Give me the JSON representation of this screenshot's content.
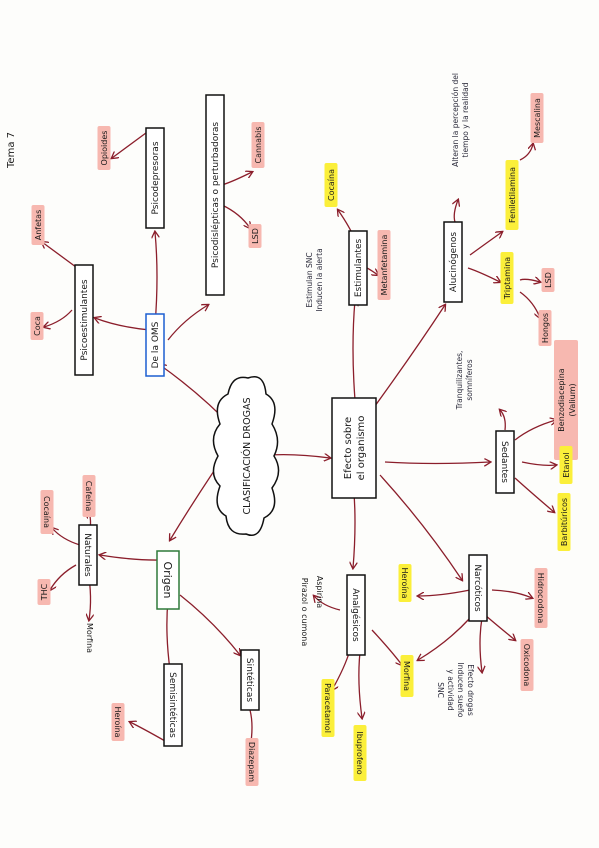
{
  "page_label": "Tema 7",
  "root": "CLASIFICACIÓN DROGAS",
  "colors": {
    "arrow": "#8b1e2b",
    "box": "#111111",
    "pink": "#f7b8b0",
    "yellow": "#fbef3a",
    "ons_blue": "#1d5fd1",
    "origen_green": "#2f7a3a"
  },
  "nodes": [
    {
      "id": "origen",
      "text": "Origen"
    },
    {
      "id": "naturales",
      "text": "Naturales"
    },
    {
      "id": "semisinteticas",
      "text": "Semisintéticas"
    },
    {
      "id": "sinteticas",
      "text": "Sintéticas"
    },
    {
      "id": "ons",
      "text": "De la OMS"
    },
    {
      "id": "psicoestimulantes",
      "text": "Psicoestimulantes"
    },
    {
      "id": "psicodepresoras",
      "text": "Psicodepresoras"
    },
    {
      "id": "psicodislepticas",
      "text": "Psicodislépticas o perturbadoras"
    },
    {
      "id": "efecto",
      "text": "Efecto sobre el organismo"
    },
    {
      "id": "estimulantes",
      "text": "Estimulantes"
    },
    {
      "id": "alucinogenos",
      "text": "Alucinógenos"
    },
    {
      "id": "sedantes",
      "text": "Sedantes"
    },
    {
      "id": "narcoticos",
      "text": "Narcóticos"
    },
    {
      "id": "analgesicos",
      "text": "Analgésicos"
    }
  ],
  "leaves": [
    {
      "id": "cocaina1",
      "text": "Cocaína"
    },
    {
      "id": "cafeina",
      "text": "Cafeína"
    },
    {
      "id": "thc",
      "text": "THC"
    },
    {
      "id": "morfina1",
      "text": "Morfina"
    },
    {
      "id": "heroina1",
      "text": "Heroína"
    },
    {
      "id": "diazepam",
      "text": "Diazepam"
    },
    {
      "id": "coca",
      "text": "Coca"
    },
    {
      "id": "anfetas",
      "text": "Anfetas"
    },
    {
      "id": "opioides",
      "text": "Opioides"
    },
    {
      "id": "cannabis",
      "text": "Cannabis"
    },
    {
      "id": "lsd1",
      "text": "LSD"
    },
    {
      "id": "cocaina2",
      "text": "Cocaína"
    },
    {
      "id": "metanfetamina",
      "text": "Metanfetamina"
    },
    {
      "id": "feniletilamina",
      "text": "Feniletilamina"
    },
    {
      "id": "mescalina",
      "text": "Mescalina"
    },
    {
      "id": "triptamina",
      "text": "Triptamina"
    },
    {
      "id": "lsd2",
      "text": "LSD"
    },
    {
      "id": "hongos",
      "text": "Hongos"
    },
    {
      "id": "benzodiacepinas",
      "text": "Benzodiacepina (Valium)"
    },
    {
      "id": "etanol",
      "text": "Etanol"
    },
    {
      "id": "barbituricos",
      "text": "Barbitúricos"
    },
    {
      "id": "heroina2",
      "text": "Heroína"
    },
    {
      "id": "hidrocodona",
      "text": "Hidrocodona"
    },
    {
      "id": "oxicodona",
      "text": "Oxicodona"
    },
    {
      "id": "morfina2",
      "text": "Morfina"
    },
    {
      "id": "paracetamol",
      "text": "Paracetamol"
    },
    {
      "id": "aspirina",
      "text": "Aspirina"
    },
    {
      "id": "ibuprofeno",
      "text": "Ibuprofeno"
    },
    {
      "id": "pirazol",
      "text": "Pirazol o cumona"
    }
  ],
  "notes": [
    {
      "id": "note_estim",
      "lines": [
        "Estimulan SNC",
        "Inducen la alerta"
      ]
    },
    {
      "id": "note_aluc",
      "lines": [
        "Alteran la percepción del",
        "tiempo y la realidad"
      ]
    },
    {
      "id": "note_sed",
      "lines": [
        "Tranquilizantes,",
        "somníferos"
      ]
    },
    {
      "id": "note_narc",
      "lines": [
        "Efecto drogas",
        "Inducen sueño",
        "y actividad",
        "SNC"
      ]
    }
  ]
}
